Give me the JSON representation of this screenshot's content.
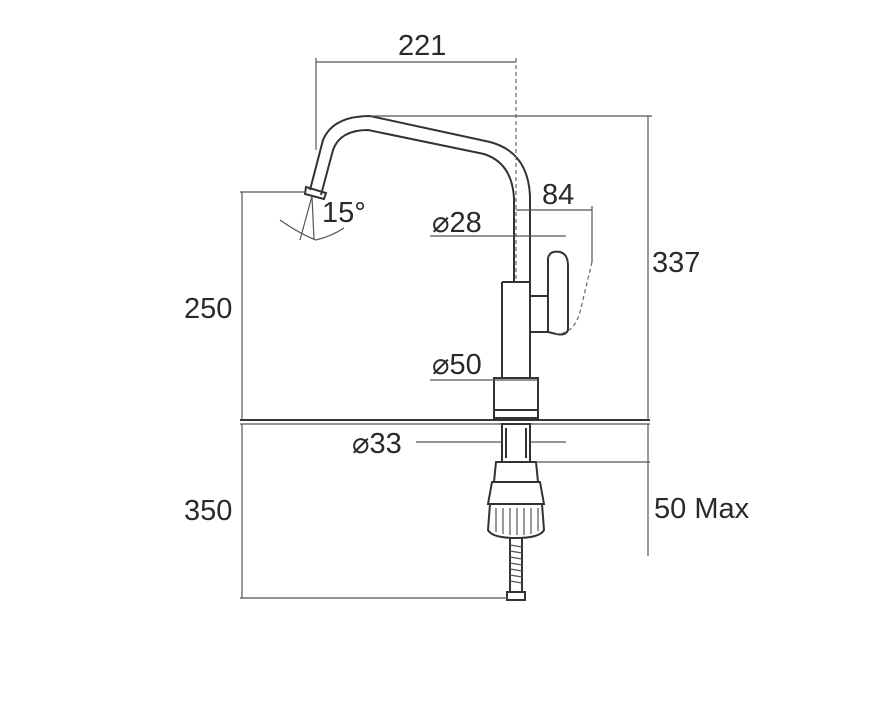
{
  "dimensions": {
    "spout_reach": "221",
    "lever_reach": "84",
    "total_height": "337",
    "spout_height": "250",
    "below_counter_length": "350",
    "counter_thickness": "50 Max",
    "spout_angle": "15°",
    "spout_diameter": "⌀28",
    "body_diameter": "⌀50",
    "shank_diameter": "⌀33"
  }
}
